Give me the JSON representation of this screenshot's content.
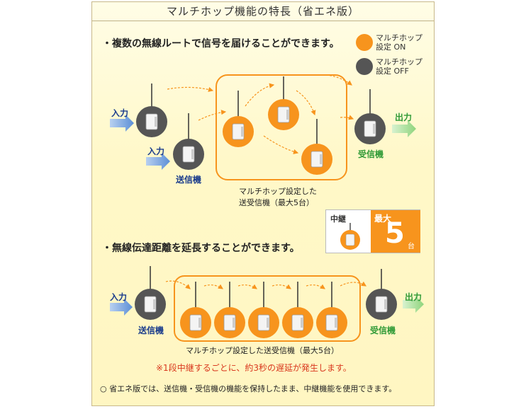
{
  "title": "マルチホップ機能の特長（省エネ版）",
  "bullet1": "・複数の無線ルートで信号を届けることができます。",
  "legend": {
    "on_line1": "マルチホップ",
    "on_line2": "設定 ON",
    "off_line1": "マルチホップ",
    "off_line2": "設定 OFF",
    "on_color": "#f7941d",
    "off_color": "#555555"
  },
  "diagram1": {
    "input1": "入力",
    "input2": "入力",
    "transmitter": "送信機",
    "receiver": "受信機",
    "output": "出力",
    "caption_line1": "マルチホップ設定した",
    "caption_line2": "送受信機（最大5台）"
  },
  "relay_box": {
    "label": "中継",
    "max_label": "最大",
    "number": "5",
    "unit": "台"
  },
  "bullet2": "・無線伝達距離を延長することができます。",
  "diagram2": {
    "input": "入力",
    "transmitter": "送信機",
    "receiver": "受信機",
    "output": "出力",
    "caption": "マルチホップ設定した送受信機（最大5台）"
  },
  "warning": "※1段中継するごとに、約3秒の遅延が発生します。",
  "footnote": "○  省エネ版では、送信機・受信機の機能を保持したまま、中継機能を使用できます。"
}
